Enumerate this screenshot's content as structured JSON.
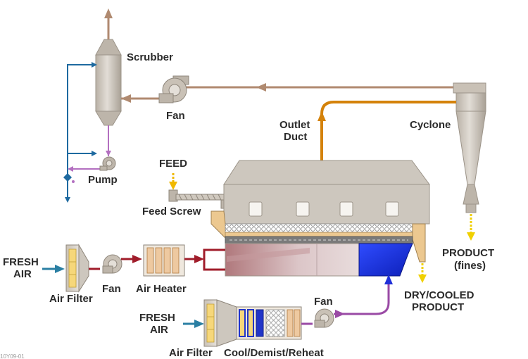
{
  "labels": {
    "scrubber": "Scrubber",
    "fan_top": "Fan",
    "pump": "Pump",
    "outlet_duct_1": "Outlet",
    "outlet_duct_2": "Duct",
    "cyclone": "Cyclone",
    "feed": "FEED",
    "feed_screw": "Feed Screw",
    "fresh_air_left_1": "FRESH",
    "fresh_air_left_2": "AIR",
    "air_filter_left": "Air Filter",
    "fan_left": "Fan",
    "air_heater": "Air Heater",
    "product_fines_1": "PRODUCT",
    "product_fines_2": "(fines)",
    "dry_cooled_1": "DRY/COOLED",
    "dry_cooled_2": "PRODUCT",
    "fresh_air_bottom_1": "FRESH",
    "fresh_air_bottom_2": "AIR",
    "fan_bottom": "Fan",
    "air_filter_bottom": "Air Filter",
    "cool_demist_reheat": "Cool/Demist/Reheat",
    "corner_code": "10Y09-01"
  },
  "colors": {
    "vessel": "#cdc7be",
    "vessel_dark": "#a8a095",
    "exhaust_line": "#b08a70",
    "hot_duct": "#d4820a",
    "air_in": "#2a7fa3",
    "hot_air": "#a01c2a",
    "cool_air": "#9a4aa5",
    "water_line": "#1e6aa0",
    "filter_fill": "#f6d77a",
    "heater_fill": "#eec9a0",
    "product_arrow": "#f0d000",
    "plenum_cool": "#1f2fd8"
  }
}
